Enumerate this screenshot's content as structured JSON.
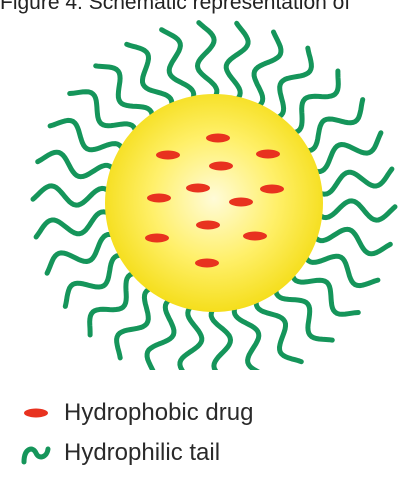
{
  "caption": "Figure 4: Schematic representation of",
  "colors": {
    "core_center": "#fffbd8",
    "core_mid": "#fff06a",
    "core_edge": "#f5de1c",
    "tail": "#15955a",
    "drug": "#e8321f"
  },
  "legend": [
    {
      "key": "drug",
      "label": "Hydrophobic drug",
      "icon": "red-drug-ellipse-icon"
    },
    {
      "key": "tail",
      "label": "Hydrophilic tail",
      "icon": "green-wavy-tail-icon"
    }
  ]
}
